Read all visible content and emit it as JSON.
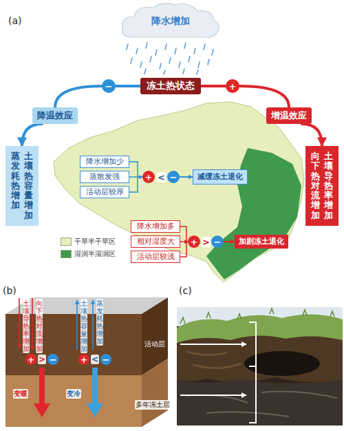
{
  "diagram": {
    "nodes": [
      {
        "text": [
          "降水增加"
        ]
      },
      {
        "text": [
          "冻土热状态"
        ]
      },
      {
        "text": [
          "降温效应"
        ]
      },
      {
        "text": [
          "增温效应"
        ]
      },
      {
        "text": [
          "蒸发耗热增加",
          "土壤热容量增加"
        ]
      },
      {
        "text": [
          "向下热对流增加",
          "土壤导热率增加"
        ]
      },
      {
        "text": [
          "−"
        ]
      },
      {
        "text": [
          "+"
        ]
      },
      {
        "text": [
          "降水增加少"
        ]
      },
      {
        "text": [
          "蒸散发强"
        ]
      },
      {
        "text": [
          "活动层较厚"
        ]
      },
      {
        "text": [
          "+"
        ]
      },
      {
        "text": [
          "−"
        ]
      },
      {
        "text": [
          "减缓冻土退化"
        ]
      },
      {
        "text": [
          "降水增加多"
        ]
      },
      {
        "text": [
          "相对湿度大"
        ]
      },
      {
        "text": [
          "活动层较浅"
        ]
      },
      {
        "text": [
          "+"
        ]
      },
      {
        "text": [
          "−"
        ]
      },
      {
        "text": [
          "加剧冻土退化"
        ]
      },
      {
        "text": [
          "+"
        ]
      },
      {
        "text": [
          "−"
        ]
      },
      {
        "text": [
          "+"
        ]
      },
      {
        "text": [
          "−"
        ]
      }
    ],
    "edges": [
      {
        "from": 1,
        "to": 6,
        "arrow": "none"
      },
      {
        "from": 6,
        "to": 2,
        "arrow": "none"
      },
      {
        "from": 2,
        "to": 4,
        "arrow": "to"
      },
      {
        "from": 1,
        "to": 7,
        "arrow": "none"
      },
      {
        "from": 7,
        "to": 3,
        "arrow": "none"
      },
      {
        "from": 3,
        "to": 5,
        "arrow": "to"
      },
      {
        "from": 8,
        "to": 11,
        "arrow": "to"
      },
      {
        "from": 9,
        "to": 11,
        "arrow": "to"
      },
      {
        "from": 10,
        "to": 11,
        "arrow": "to"
      },
      {
        "from": 12,
        "to": 13,
        "arrow": "to"
      },
      {
        "from": 14,
        "to": 17,
        "arrow": "to"
      },
      {
        "from": 15,
        "to": 17,
        "arrow": "to"
      },
      {
        "from": 16,
        "to": 17,
        "arrow": "to"
      },
      {
        "from": 18,
        "to": 19,
        "arrow": "to"
      }
    ],
    "labels": [
      "(a)",
      "<",
      ">",
      "(b)",
      "土壤导热率增加",
      "向下热对流增加",
      "土壤热容量增加",
      "蒸发耗热增加",
      ">",
      "<",
      "变暖",
      "变冷",
      "活动层",
      "多年冻土层",
      "(c)"
    ],
    "legend": [
      {
        "text": "干旱半干旱区",
        "color": "#e6eebb"
      },
      {
        "text": "湿润半湿润区",
        "color": "#3f9a4e"
      }
    ]
  }
}
